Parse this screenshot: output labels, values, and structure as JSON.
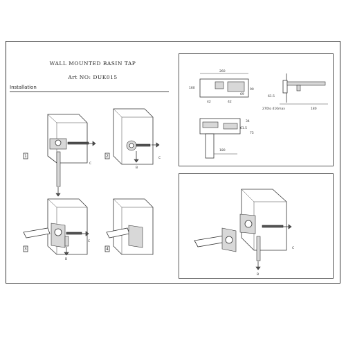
{
  "header": {
    "title": "WALL MOUNTED BASIN TAP",
    "art_no": "Art NO: DUK015"
  },
  "installation": {
    "heading": "Installation",
    "steps": [
      "1",
      "2",
      "3",
      "4"
    ],
    "callouts": {
      "c": "C",
      "b": "B"
    }
  },
  "dimensions": {
    "width": "260",
    "depth": "160",
    "d1": "42",
    "d2": "42",
    "d3": "90",
    "d4": "69",
    "d5": "61.5",
    "d6": "75",
    "range": "270to 410max",
    "spout": "180",
    "small": "34",
    "small2": "61.5",
    "length": "180"
  },
  "exploded": {
    "callout_c": "C",
    "callout_b": "B"
  }
}
